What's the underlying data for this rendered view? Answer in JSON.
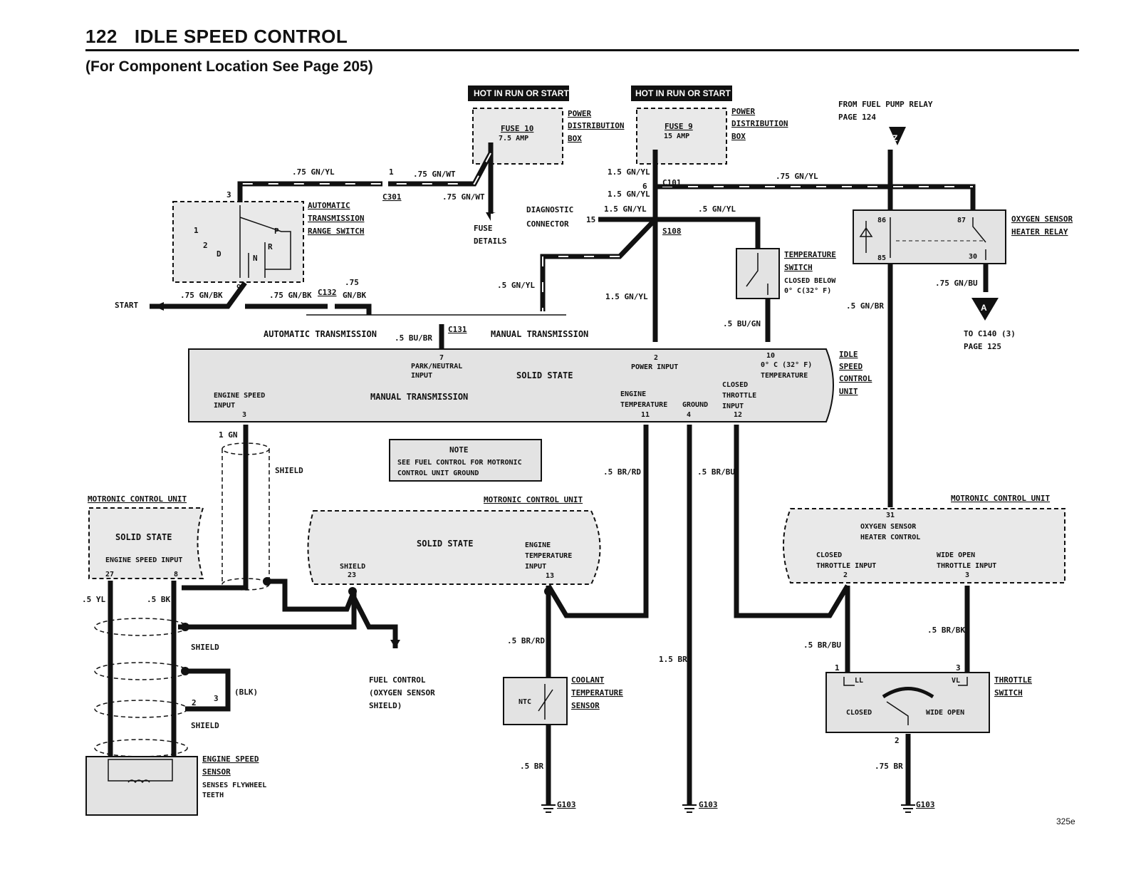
{
  "header": {
    "number": "122",
    "title": "IDLE SPEED CONTROL",
    "subtitle": "(For Component Location See Page 205)"
  },
  "power": {
    "hot_label": "HOT IN RUN OR START",
    "fuse10": {
      "name": "FUSE 10",
      "rating": "7.5 AMP"
    },
    "fuse9": {
      "name": "FUSE 9",
      "rating": "15 AMP"
    },
    "pdb_lines": [
      "POWER",
      "DISTRIBUTION",
      "BOX"
    ],
    "fuse_details": [
      "FUSE",
      "DETAILS"
    ]
  },
  "relay": {
    "from": [
      "FROM FUEL PUMP RELAY",
      "PAGE 124"
    ],
    "marker_z": "Z",
    "marker_a": "A",
    "name": [
      "OXYGEN SENSOR",
      "HEATER RELAY"
    ],
    "pins": [
      "86",
      "87",
      "85",
      "30"
    ],
    "to": [
      "TO C140 (3)",
      "PAGE 125"
    ]
  },
  "connectors": {
    "c301": "C301",
    "c101": "C101",
    "s108": "S108",
    "c132": "C132",
    "c131": "C131"
  },
  "diag": {
    "name": [
      "DIAGNOSTIC",
      "CONNECTOR"
    ],
    "pin": "15"
  },
  "trans_switch": {
    "name": [
      "AUTOMATIC",
      "TRANSMISSION",
      "RANGE SWITCH"
    ],
    "positions": [
      "1",
      "2",
      "D",
      "N",
      "R",
      "P"
    ],
    "pin_top": "3",
    "pin_bottom": "9"
  },
  "temp_switch": {
    "name": [
      "TEMPERATURE",
      "SWITCH"
    ],
    "desc": [
      "CLOSED BELOW",
      "0° C(32° F)"
    ]
  },
  "wires": {
    "gnyl_075": ".75 GN/YL",
    "gnwt_075": ".75 GN/WT",
    "gnyl_15": "1.5 GN/YL",
    "gnyl_05": ".5 GN/YL",
    "gnbk_075": ".75 GN/BK",
    "w075": ".75",
    "gnbk": "GN/BK",
    "bubr_05": ".5 BU/BR",
    "bugn_05": ".5 BU/GN",
    "gnbu_075": ".75 GN/BU",
    "gnbr_05": ".5 GN/BR",
    "gn_1": "1 GN",
    "brrd_05": ".5 BR/RD",
    "brbu_05": ".5 BR/BU",
    "br_15": "1.5 BR",
    "br_05": ".5 BR",
    "br_075": ".75 BR",
    "brbk_05": ".5 BR/BK",
    "yl_05": ".5 YL",
    "bk_05": ".5 BK",
    "blk": "(BLK)",
    "pin1": "1",
    "pin6": "6"
  },
  "start": "START",
  "trans_labels": {
    "auto": "AUTOMATIC TRANSMISSION",
    "manual": "MANUAL TRANSMISSION"
  },
  "iscu": {
    "name": [
      "IDLE",
      "SPEED",
      "CONTROL",
      "UNIT"
    ],
    "solid_state": "SOLID STATE",
    "manual": "MANUAL TRANSMISSION",
    "park": [
      "7",
      "PARK/NEUTRAL",
      "INPUT"
    ],
    "power": [
      "2",
      "POWER INPUT"
    ],
    "temp0": [
      "10",
      "0° C (32° F)",
      "TEMPERATURE"
    ],
    "engine_speed": [
      "ENGINE SPEED",
      "INPUT",
      "3"
    ],
    "engine_temp": [
      "ENGINE",
      "TEMPERATURE",
      "11"
    ],
    "ground": [
      "GROUND",
      "4"
    ],
    "closed": [
      "CLOSED",
      "THROTTLE",
      "INPUT",
      "12"
    ]
  },
  "note": {
    "title": "NOTE",
    "text": [
      "SEE FUEL CONTROL FOR MOTRONIC",
      "CONTROL UNIT GROUND"
    ]
  },
  "shield": "SHIELD",
  "shield2": "SHIELD",
  "shield3": "SHIELD",
  "mcu_left": {
    "name": "MOTRONIC CONTROL UNIT",
    "solid": "SOLID STATE",
    "input": "ENGINE SPEED INPUT",
    "pins": [
      "27",
      "8"
    ]
  },
  "mcu_mid": {
    "name": "MOTRONIC CONTROL UNIT",
    "solid": "SOLID STATE",
    "shield": [
      "SHIELD",
      "23"
    ],
    "input": [
      "ENGINE",
      "TEMPERATURE",
      "INPUT",
      "13"
    ]
  },
  "mcu_right": {
    "name": "MOTRONIC CONTROL UNIT",
    "o2": [
      "31",
      "OXYGEN SENSOR",
      "HEATER CONTROL"
    ],
    "closed": [
      "CLOSED",
      "THROTTLE INPUT",
      "2"
    ],
    "wide": [
      "WIDE OPEN",
      "THROTTLE INPUT",
      "3"
    ]
  },
  "fuel_control": [
    "FUEL CONTROL",
    "(OXYGEN SENSOR",
    "SHIELD)"
  ],
  "coolant": {
    "name": [
      "COOLANT",
      "TEMPERATURE",
      "SENSOR"
    ],
    "ntc": "NTC"
  },
  "throttle": {
    "name": [
      "THROTTLE",
      "SWITCH"
    ],
    "ll": "LL",
    "vl": "VL",
    "closed": "CLOSED",
    "wide": "WIDE OPEN",
    "pins": [
      "1",
      "3",
      "2"
    ]
  },
  "speed_sensor": {
    "name": [
      "ENGINE SPEED",
      "SENSOR"
    ],
    "desc": [
      "SENSES FLYWHEEL",
      "TEETH"
    ],
    "pins": [
      "2",
      "3"
    ]
  },
  "ground": "G103",
  "page_code": "325e"
}
